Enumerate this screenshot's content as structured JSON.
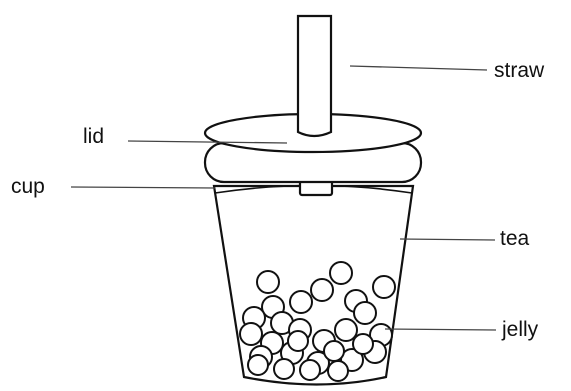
{
  "labels": {
    "straw": "straw",
    "lid": "lid",
    "cup": "cup",
    "tea": "tea",
    "jelly": "jelly"
  },
  "icons": {
    "drink": "bubble-tea-cup-icon"
  },
  "colors": {
    "ink": "#111111",
    "leader": "#444444",
    "background": "#ffffff"
  }
}
